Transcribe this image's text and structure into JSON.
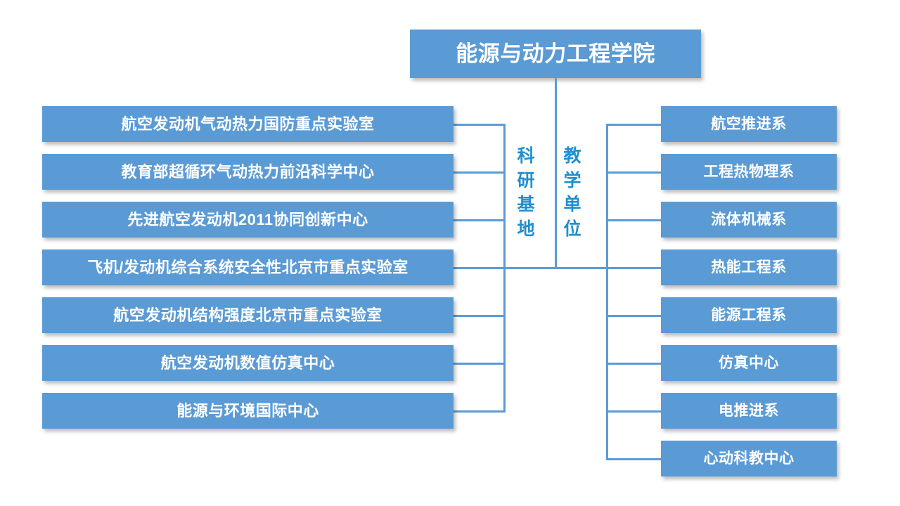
{
  "diagram": {
    "title": "能源与动力工程学院",
    "accent_color": "#5B9BD5",
    "line_color": "#5B9BD5",
    "caption_color": "#1F8FD0",
    "box_text_color": "#FFFFFF",
    "background_color": "#FFFFFF"
  },
  "root": {
    "label": "能源与动力工程学院"
  },
  "branches": {
    "research": {
      "caption": "科\n研\n基\n地",
      "caption_plain": "科研基地",
      "items": [
        {
          "label": "航空发动机气动热力国防重点实验室"
        },
        {
          "label": "教育部超循环气动热力前沿科学中心"
        },
        {
          "label": "先进航空发动机2011协同创新中心"
        },
        {
          "label": "飞机/发动机综合系统安全性北京市重点实验室"
        },
        {
          "label": "航空发动机结构强度北京市重点实验室"
        },
        {
          "label": "航空发动机数值仿真中心"
        },
        {
          "label": "能源与环境国际中心"
        }
      ]
    },
    "teaching": {
      "caption": "教\n学\n单\n位",
      "caption_plain": "教学单位",
      "items": [
        {
          "label": "航空推进系"
        },
        {
          "label": "工程热物理系"
        },
        {
          "label": "流体机械系"
        },
        {
          "label": "热能工程系"
        },
        {
          "label": "能源工程系"
        },
        {
          "label": "仿真中心"
        },
        {
          "label": "电推进系"
        },
        {
          "label": "心动科教中心"
        }
      ]
    }
  }
}
